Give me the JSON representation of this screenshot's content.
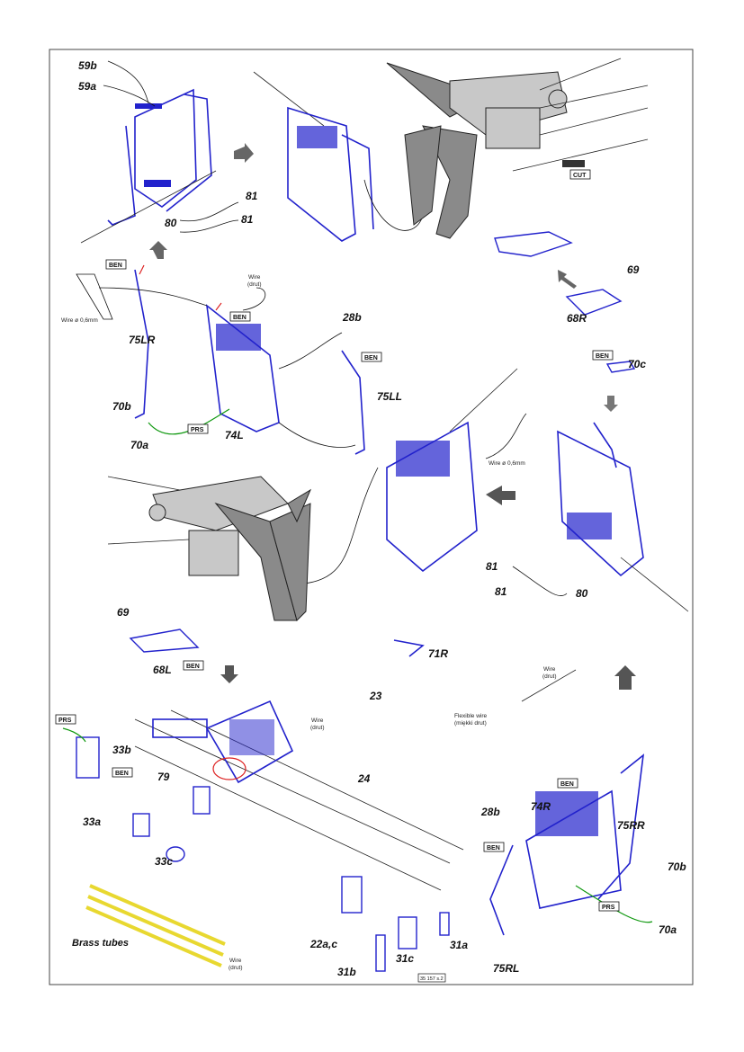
{
  "parts": {
    "p59b": "59b",
    "p59a": "59a",
    "p80a": "80",
    "p81a": "81",
    "p81b": "81",
    "p69a": "69",
    "p68R": "68R",
    "p75LR": "75LR",
    "p28b_a": "28b",
    "p75LL": "75LL",
    "p70b_a": "70b",
    "p70a_a": "70a",
    "p74L": "74L",
    "p70c": "70c",
    "p81c": "81",
    "p81d": "81",
    "p80b": "80",
    "p69b": "69",
    "p68L": "68L",
    "p71R": "71R",
    "p23": "23",
    "p24": "24",
    "p33b": "33b",
    "p33a": "33a",
    "p79": "79",
    "p33c": "33c",
    "p22ac": "22a,c",
    "p31b": "31b",
    "p31c": "31c",
    "p31a": "31a",
    "p28b_b": "28b",
    "p74R": "74R",
    "p75RR": "75RR",
    "p70b_b": "70b",
    "p70a_b": "70a",
    "p75RL": "75RL"
  },
  "tags": {
    "cut": "CUT",
    "ben1": "BEN",
    "ben2": "BEN",
    "ben3": "BEN",
    "ben4": "BEN",
    "ben5": "BEN",
    "ben6": "BEN",
    "ben7": "BEN",
    "ben8": "BEN",
    "prs1": "PRS",
    "prs2": "PRS",
    "prs3": "PRS"
  },
  "notes": {
    "wire_drut_1_a": "Wire",
    "wire_drut_1_b": "(drut)",
    "wire06_1": "Wire ø 0,6mm",
    "wire06_2": "Wire ø 0,6mm",
    "wire_drut_2_a": "Wire",
    "wire_drut_2_b": "(drut)",
    "wire_drut_3_a": "Wire",
    "wire_drut_3_b": "(drut)",
    "flex_a": "Flexible wire",
    "flex_b": "(miękki drut)",
    "wire_drut_4_a": "Wire",
    "wire_drut_4_b": "(drut)",
    "brass": "Brass tubes",
    "page_ref": "35 157 s.2"
  },
  "colors": {
    "etch": "#2222cc",
    "bend": "#dd2222",
    "press": "#119911",
    "brass": "#e8d830"
  }
}
